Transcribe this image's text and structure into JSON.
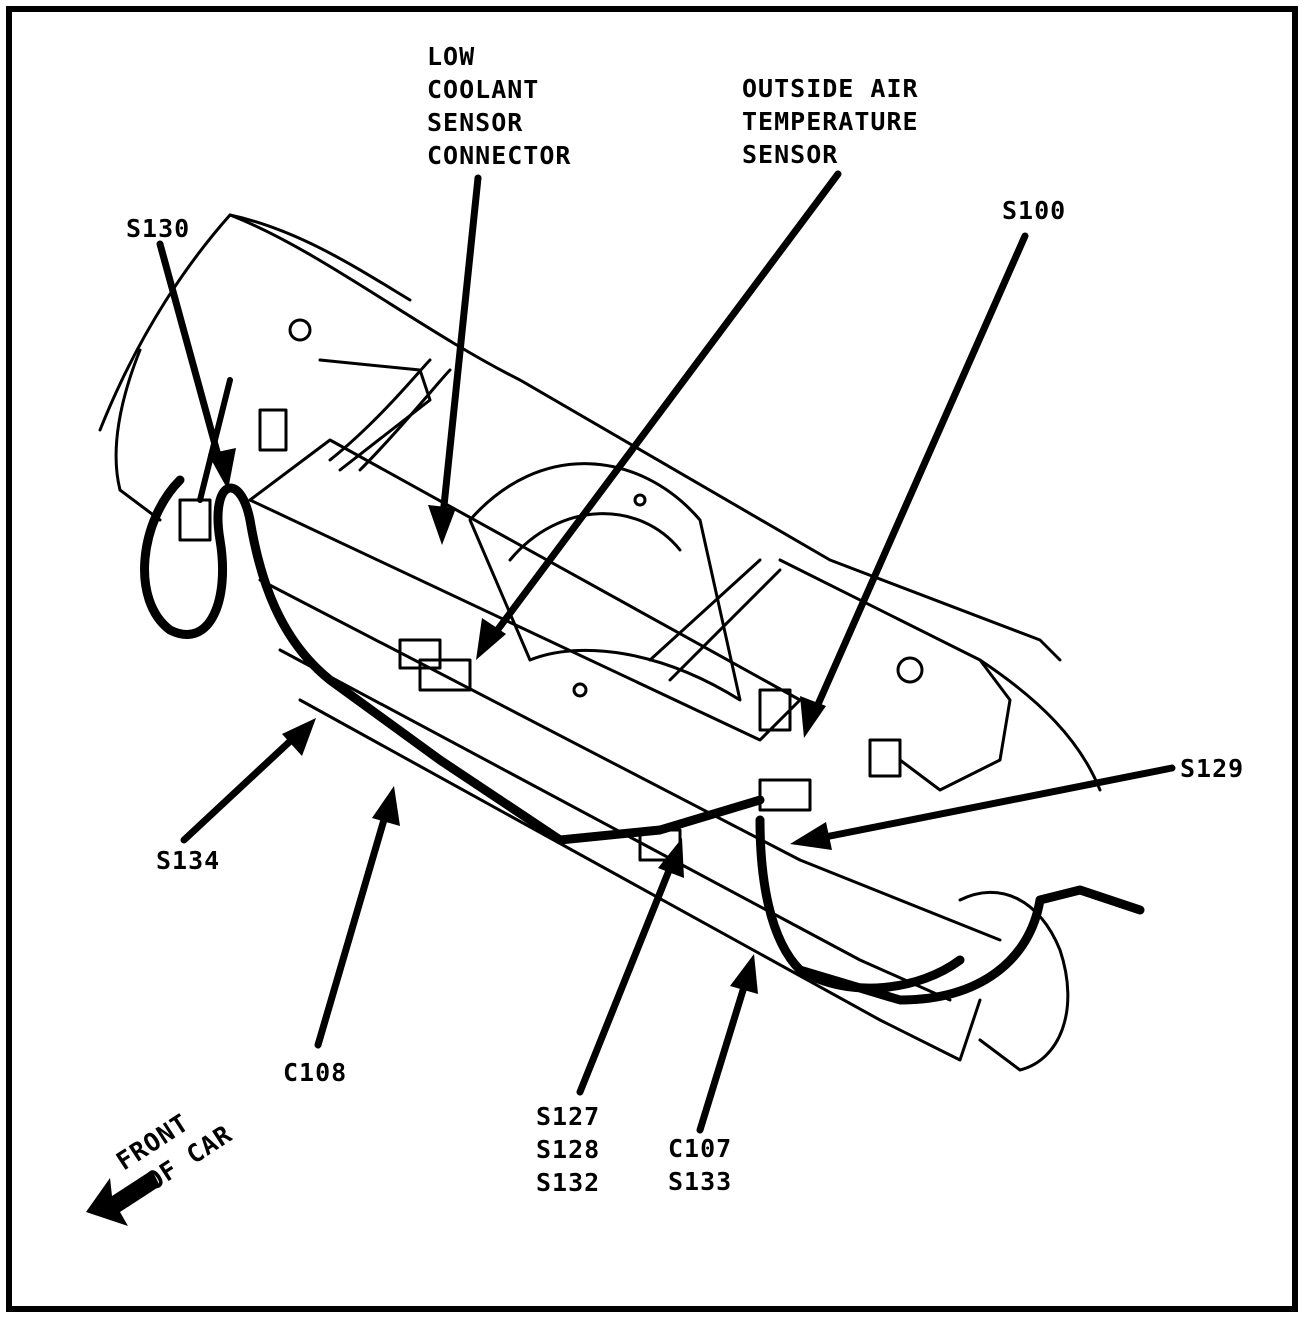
{
  "labels": {
    "low_coolant": [
      "LOW",
      "COOLANT",
      "SENSOR",
      "CONNECTOR"
    ],
    "outside_air": [
      "OUTSIDE AIR",
      "TEMPERATURE",
      "SENSOR"
    ],
    "s100": "S100",
    "s130": "S130",
    "s129": "S129",
    "s134": "S134",
    "c108": "C108",
    "s127_group": [
      "S127",
      "S128",
      "S132"
    ],
    "c107_group": [
      "C107",
      "S133"
    ],
    "front_of_car": [
      "FRONT",
      "OF CAR"
    ]
  },
  "icons": {
    "front_arrow": "arrow-down-left-icon"
  },
  "colors": {
    "ink": "#000000",
    "paper": "#ffffff"
  }
}
